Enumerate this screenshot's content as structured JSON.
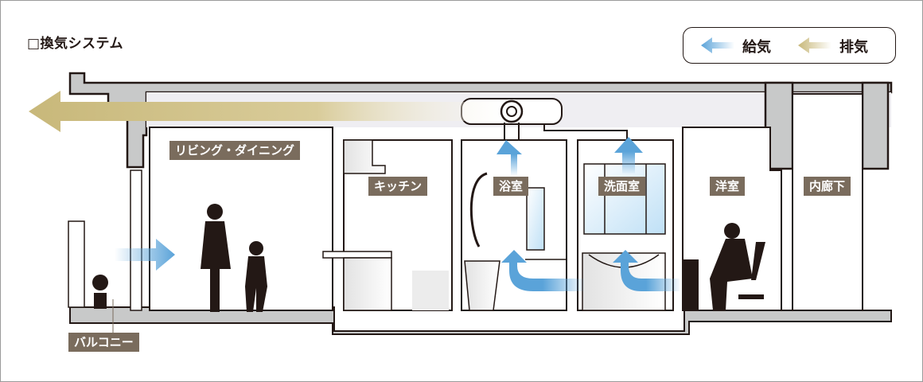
{
  "title": "□換気システム",
  "legend": {
    "supply": {
      "label": "給気",
      "color": "#5aa3d9"
    },
    "exhaust": {
      "label": "排気",
      "color": "#c8b87a"
    }
  },
  "rooms": [
    {
      "id": "living",
      "label": "リビング・ダイニング"
    },
    {
      "id": "kitchen",
      "label": "キッチン"
    },
    {
      "id": "bath",
      "label": "浴室"
    },
    {
      "id": "washroom",
      "label": "洗面室"
    },
    {
      "id": "western",
      "label": "洋室"
    },
    {
      "id": "hallway",
      "label": "内廊下"
    },
    {
      "id": "balcony",
      "label": "バルコニー"
    }
  ],
  "colors": {
    "wall": "#c8c9c9",
    "outline": "#231815",
    "ceiling_space": "#efeef2",
    "label_bg": "#7a6c5d",
    "glass": "#d6ebf8"
  }
}
